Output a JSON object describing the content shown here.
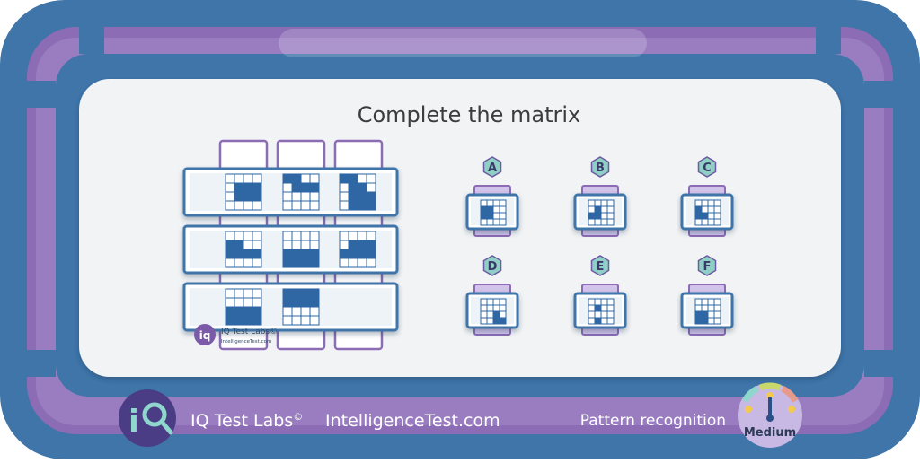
{
  "question": {
    "title": "Complete the matrix"
  },
  "matrix": {
    "grid_size": 4,
    "rows": [
      [
        [
          [
            0,
            0,
            0,
            0
          ],
          [
            0,
            1,
            1,
            1
          ],
          [
            0,
            1,
            1,
            1
          ],
          [
            0,
            0,
            0,
            0
          ]
        ],
        [
          [
            1,
            1,
            0,
            0
          ],
          [
            0,
            1,
            1,
            1
          ],
          [
            0,
            0,
            0,
            0
          ],
          [
            0,
            0,
            0,
            0
          ]
        ],
        [
          [
            1,
            1,
            0,
            0
          ],
          [
            0,
            1,
            1,
            0
          ],
          [
            0,
            1,
            1,
            1
          ],
          [
            0,
            1,
            1,
            1
          ]
        ]
      ],
      [
        [
          [
            0,
            0,
            0,
            0
          ],
          [
            1,
            1,
            0,
            0
          ],
          [
            1,
            1,
            1,
            1
          ],
          [
            0,
            0,
            0,
            0
          ]
        ],
        [
          [
            0,
            0,
            0,
            0
          ],
          [
            0,
            0,
            0,
            0
          ],
          [
            1,
            1,
            1,
            1
          ],
          [
            1,
            1,
            1,
            1
          ]
        ],
        [
          [
            0,
            0,
            0,
            0
          ],
          [
            0,
            1,
            1,
            1
          ],
          [
            1,
            1,
            1,
            1
          ],
          [
            0,
            0,
            0,
            0
          ]
        ]
      ],
      [
        [
          [
            0,
            0,
            0,
            0
          ],
          [
            0,
            0,
            0,
            0
          ],
          [
            1,
            1,
            1,
            1
          ],
          [
            1,
            1,
            1,
            1
          ]
        ],
        [
          [
            1,
            1,
            1,
            1
          ],
          [
            1,
            1,
            1,
            1
          ],
          [
            0,
            0,
            0,
            0
          ],
          [
            0,
            0,
            0,
            0
          ]
        ],
        null
      ]
    ]
  },
  "answers": [
    {
      "letter": "A",
      "pattern": [
        [
          0,
          0,
          0,
          0
        ],
        [
          1,
          1,
          0,
          0
        ],
        [
          1,
          1,
          0,
          0
        ],
        [
          0,
          0,
          0,
          0
        ]
      ]
    },
    {
      "letter": "B",
      "pattern": [
        [
          0,
          0,
          0,
          0
        ],
        [
          0,
          1,
          0,
          0
        ],
        [
          1,
          1,
          0,
          0
        ],
        [
          0,
          0,
          0,
          0
        ]
      ]
    },
    {
      "letter": "C",
      "pattern": [
        [
          0,
          0,
          0,
          0
        ],
        [
          1,
          0,
          0,
          0
        ],
        [
          1,
          1,
          0,
          0
        ],
        [
          0,
          0,
          0,
          0
        ]
      ]
    },
    {
      "letter": "D",
      "pattern": [
        [
          0,
          0,
          0,
          0
        ],
        [
          0,
          0,
          0,
          0
        ],
        [
          0,
          0,
          1,
          0
        ],
        [
          0,
          0,
          1,
          1
        ]
      ]
    },
    {
      "letter": "E",
      "pattern": [
        [
          0,
          0,
          0,
          0
        ],
        [
          0,
          1,
          0,
          0
        ],
        [
          0,
          0,
          0,
          0
        ],
        [
          0,
          1,
          0,
          0
        ]
      ]
    },
    {
      "letter": "F",
      "pattern": [
        [
          0,
          0,
          0,
          0
        ],
        [
          0,
          0,
          0,
          0
        ],
        [
          1,
          1,
          0,
          0
        ],
        [
          1,
          1,
          0,
          0
        ]
      ]
    }
  ],
  "watermark": {
    "title": "IQ Test Labs©",
    "url": "IntelligenceTest.com"
  },
  "footer": {
    "brand": "IQ Test Labs",
    "copyright": "©",
    "url": "IntelligenceTest.com",
    "category": "Pattern recognition",
    "difficulty": "Medium",
    "difficulty_level": 0.5
  },
  "colors": {
    "frame": "#3f75a9",
    "purple": "#8b6cb5",
    "lavender": "#d2c3ea",
    "panel": "#f1f3f5",
    "cell_fill": "#2e67a3",
    "card_fill": "#eef3f8",
    "hex": "#8fcfc5"
  },
  "icons": [
    "iq-magnifier-icon",
    "difficulty-gauge-icon"
  ]
}
